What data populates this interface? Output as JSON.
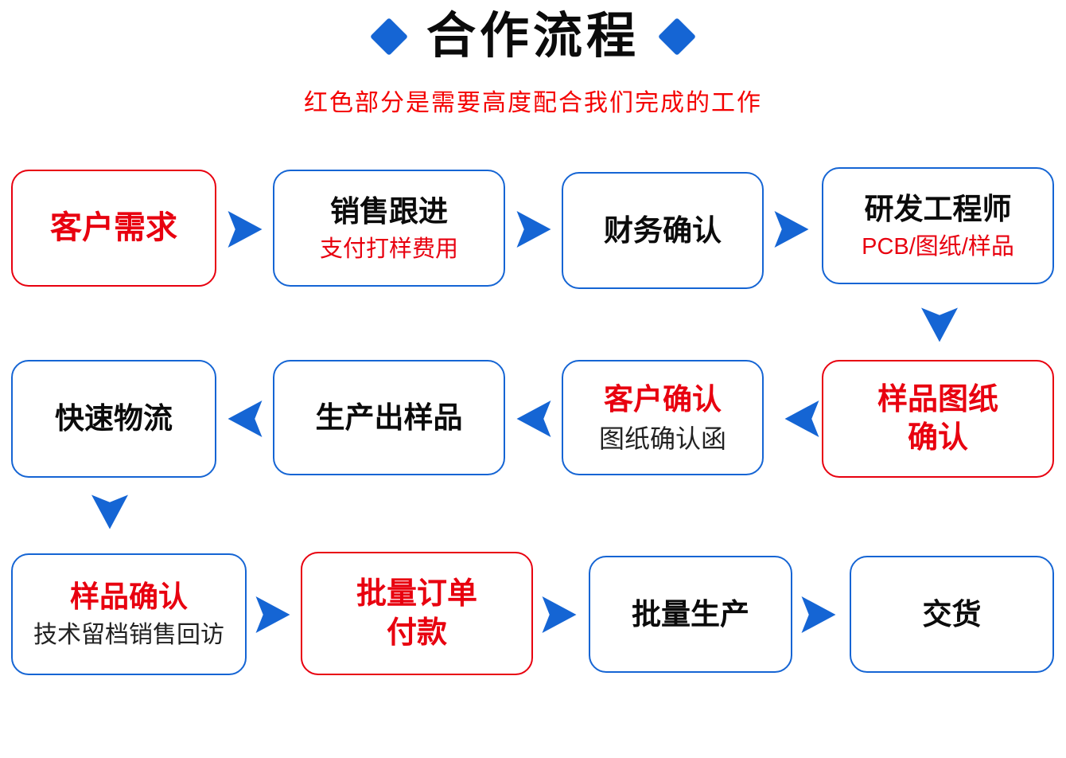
{
  "header": {
    "title": "合作流程",
    "subtitle": "红色部分是需要高度配合我们完成的工作"
  },
  "colors": {
    "blue": "#1565d4",
    "red": "#e8000f",
    "black": "#0b0b0b"
  },
  "nodes": [
    {
      "title": "客户需求"
    },
    {
      "title": "销售跟进",
      "sub": "支付打样费用"
    },
    {
      "title": "财务确认"
    },
    {
      "title": "研发工程师",
      "sub": "PCB/图纸/样品"
    },
    {
      "title": "样品图纸",
      "title2": "确认"
    },
    {
      "title": "客户确认",
      "sub": "图纸确认函"
    },
    {
      "title": "生产出样品"
    },
    {
      "title": "快速物流"
    },
    {
      "title": "样品确认",
      "sub": "技术留档销售回访"
    },
    {
      "title": "批量订单",
      "title2": "付款"
    },
    {
      "title": "批量生产"
    },
    {
      "title": "交货"
    }
  ]
}
